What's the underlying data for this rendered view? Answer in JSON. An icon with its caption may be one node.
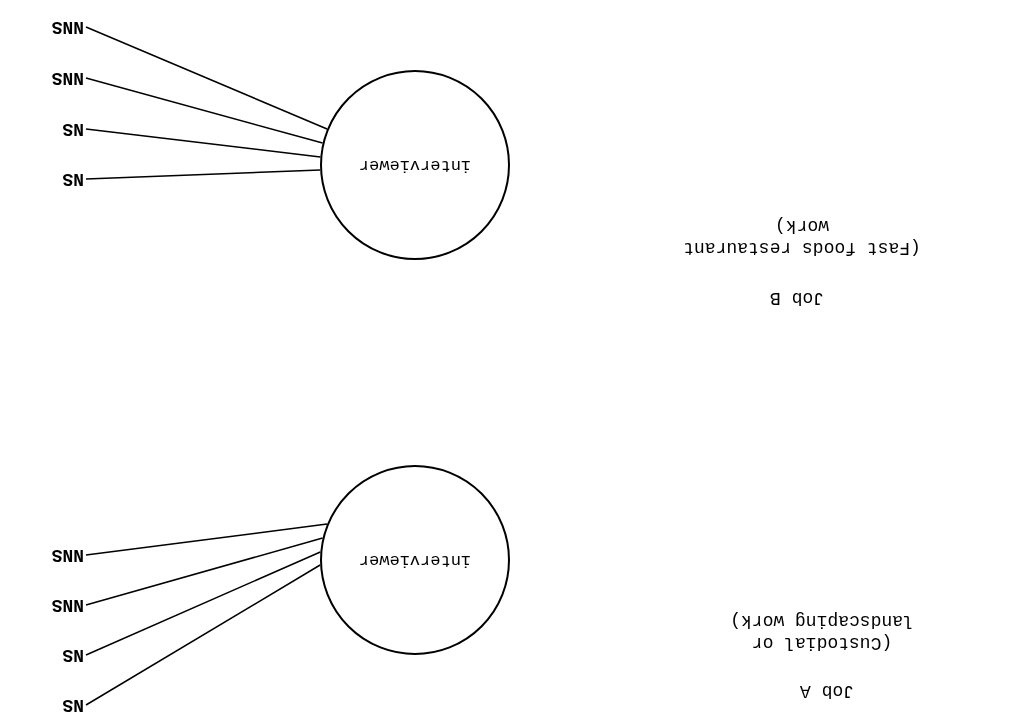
{
  "diagram": {
    "nodes": [
      {
        "text": [
          "interviewer"
        ]
      },
      {
        "text": [
          "NS"
        ]
      },
      {
        "text": [
          "NS"
        ]
      },
      {
        "text": [
          "NNS"
        ]
      },
      {
        "text": [
          "NNS"
        ]
      },
      {
        "text": [
          "interviewer"
        ]
      },
      {
        "text": [
          "NS"
        ]
      },
      {
        "text": [
          "NS"
        ]
      },
      {
        "text": [
          "NNS"
        ]
      },
      {
        "text": [
          "NNS"
        ]
      }
    ],
    "edges": [
      {
        "from": 1,
        "to": 0,
        "arrow": "none"
      },
      {
        "from": 2,
        "to": 0,
        "arrow": "none"
      },
      {
        "from": 3,
        "to": 0,
        "arrow": "none"
      },
      {
        "from": 4,
        "to": 0,
        "arrow": "none"
      },
      {
        "from": 6,
        "to": 5,
        "arrow": "none"
      },
      {
        "from": 7,
        "to": 5,
        "arrow": "none"
      },
      {
        "from": 8,
        "to": 5,
        "arrow": "none"
      },
      {
        "from": 9,
        "to": 5,
        "arrow": "none"
      }
    ],
    "labels": [
      "Job A",
      "(Custodial or landscaping work)",
      "Job B",
      "(Fast foods restaurant work)"
    ]
  }
}
